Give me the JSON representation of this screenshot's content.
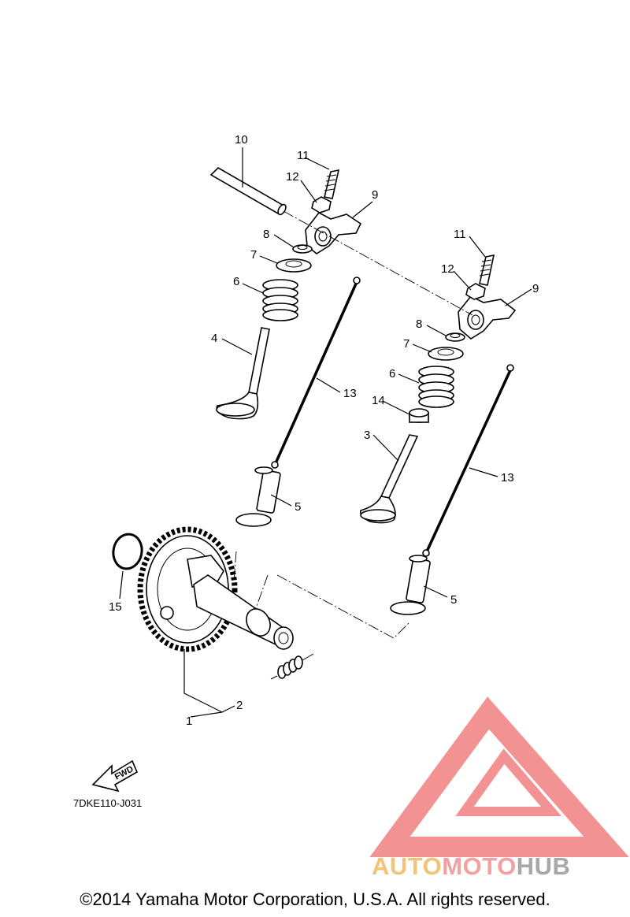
{
  "diagram_code": "7DKE110-J031",
  "copyright": "©2014 Yamaha Motor Corporation, U.S.A. All rights reserved.",
  "fwd_label": "FWD",
  "watermark": {
    "part1": "AUTO",
    "part2": "MOTO",
    "part3": "HUB"
  },
  "callouts": {
    "c1": "1",
    "c2": "2",
    "c3": "3",
    "c4": "4",
    "c5a": "5",
    "c5b": "5",
    "c6a": "6",
    "c6b": "6",
    "c7a": "7",
    "c7b": "7",
    "c8a": "8",
    "c8b": "8",
    "c9a": "9",
    "c9b": "9",
    "c10": "10",
    "c11a": "11",
    "c11b": "11",
    "c12a": "12",
    "c12b": "12",
    "c13a": "13",
    "c13b": "13",
    "c14": "14",
    "c15": "15"
  },
  "colors": {
    "watermark_red": "#f08080",
    "watermark_orange": "#f5c27a",
    "watermark_gray": "#a8a8a8"
  }
}
